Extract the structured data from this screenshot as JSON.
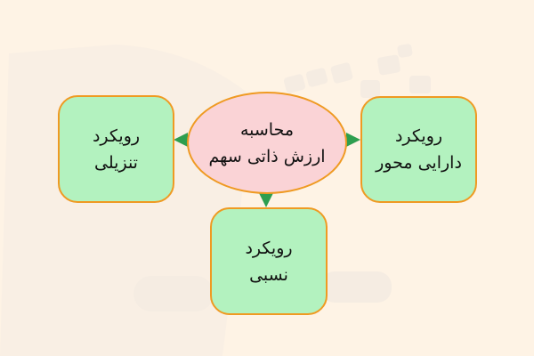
{
  "diagram": {
    "type": "mind-map",
    "center": {
      "line1": "محاسبه",
      "line2": "ارزش ذاتی سهم"
    },
    "nodes": [
      {
        "id": "left",
        "line1": "رویکرد",
        "line2": "تنزیلی"
      },
      {
        "id": "right",
        "line1": "رویکرد",
        "line2": "دارایی محور"
      },
      {
        "id": "bottom",
        "line1": "رویکرد",
        "line2": "نسبی"
      }
    ],
    "edges": [
      {
        "from": "center",
        "to": "left"
      },
      {
        "from": "center",
        "to": "right"
      },
      {
        "from": "center",
        "to": "bottom"
      }
    ],
    "colors": {
      "background": "#fef3e5",
      "node_fill": "#b3f2bf",
      "center_fill": "#fad3d6",
      "border": "#ef9a22",
      "arrow": "#2e9e4f"
    }
  }
}
